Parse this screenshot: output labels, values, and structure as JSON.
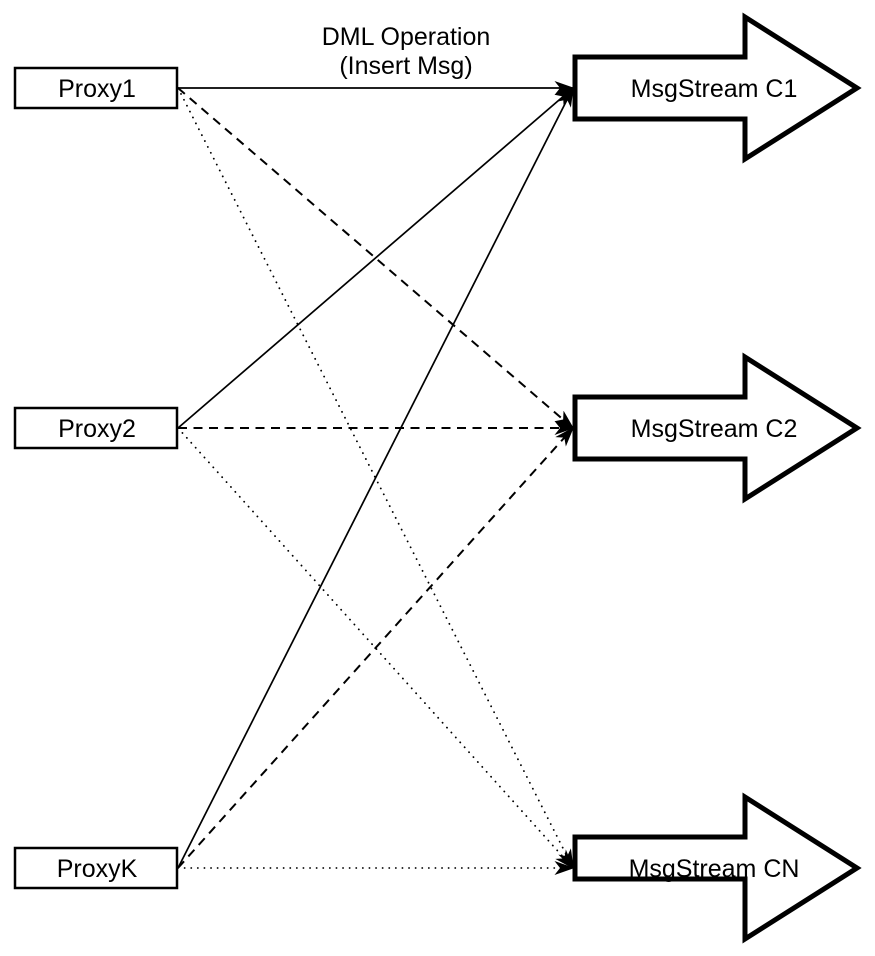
{
  "colors": {
    "background": "#ffffff",
    "stroke": "#000000",
    "shape_fill": "#ffffff"
  },
  "header": {
    "line1": "DML Operation",
    "line2": "(Insert Msg)"
  },
  "proxies": [
    {
      "id": "proxy1",
      "label": "Proxy1"
    },
    {
      "id": "proxy2",
      "label": "Proxy2"
    },
    {
      "id": "proxyk",
      "label": "ProxyK"
    }
  ],
  "streams": [
    {
      "id": "c1",
      "label": "MsgStream C1"
    },
    {
      "id": "c2",
      "label": "MsgStream C2"
    },
    {
      "id": "cn",
      "label": "MsgStream CN"
    }
  ],
  "edges": [
    {
      "from": "proxy1",
      "to": "c1",
      "style": "solid"
    },
    {
      "from": "proxy1",
      "to": "c2",
      "style": "dashed"
    },
    {
      "from": "proxy1",
      "to": "cn",
      "style": "dotted"
    },
    {
      "from": "proxy2",
      "to": "c1",
      "style": "solid"
    },
    {
      "from": "proxy2",
      "to": "c2",
      "style": "dashed"
    },
    {
      "from": "proxy2",
      "to": "cn",
      "style": "dotted"
    },
    {
      "from": "proxyk",
      "to": "c1",
      "style": "solid"
    },
    {
      "from": "proxyk",
      "to": "c2",
      "style": "dashed"
    },
    {
      "from": "proxyk",
      "to": "cn",
      "style": "dotted"
    }
  ]
}
